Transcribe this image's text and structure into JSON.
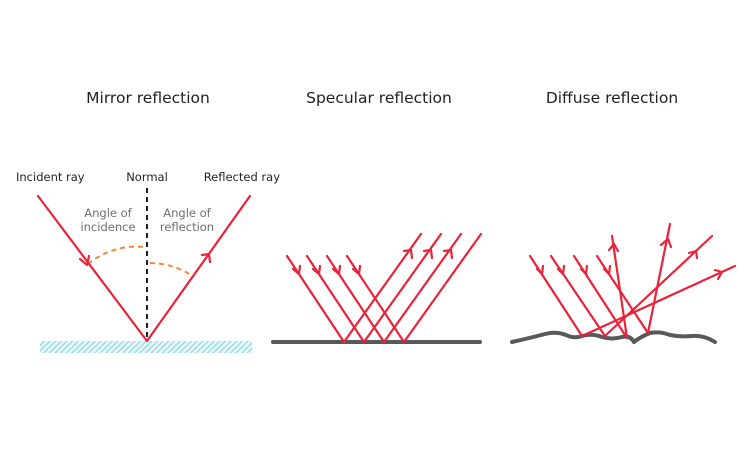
{
  "titles": {
    "mirror": "Mirror reflection",
    "specular": "Specular reflection",
    "diffuse": "Diffuse reflection"
  },
  "labels": {
    "incident_ray": "Incident ray",
    "normal": "Normal",
    "reflected_ray": "Reflected ray",
    "angle_of_incidence_line1": "Angle of",
    "angle_of_incidence_line2": "incidence",
    "angle_of_reflection_line1": "Angle of",
    "angle_of_reflection_line2": "reflection"
  },
  "colors": {
    "ray": "#e8233a",
    "angle_arc": "#f0883a",
    "mirror_surface": "#7fd3df",
    "surface": "#58595b",
    "text": "#231f20",
    "angle_text": "#6d6e71"
  }
}
